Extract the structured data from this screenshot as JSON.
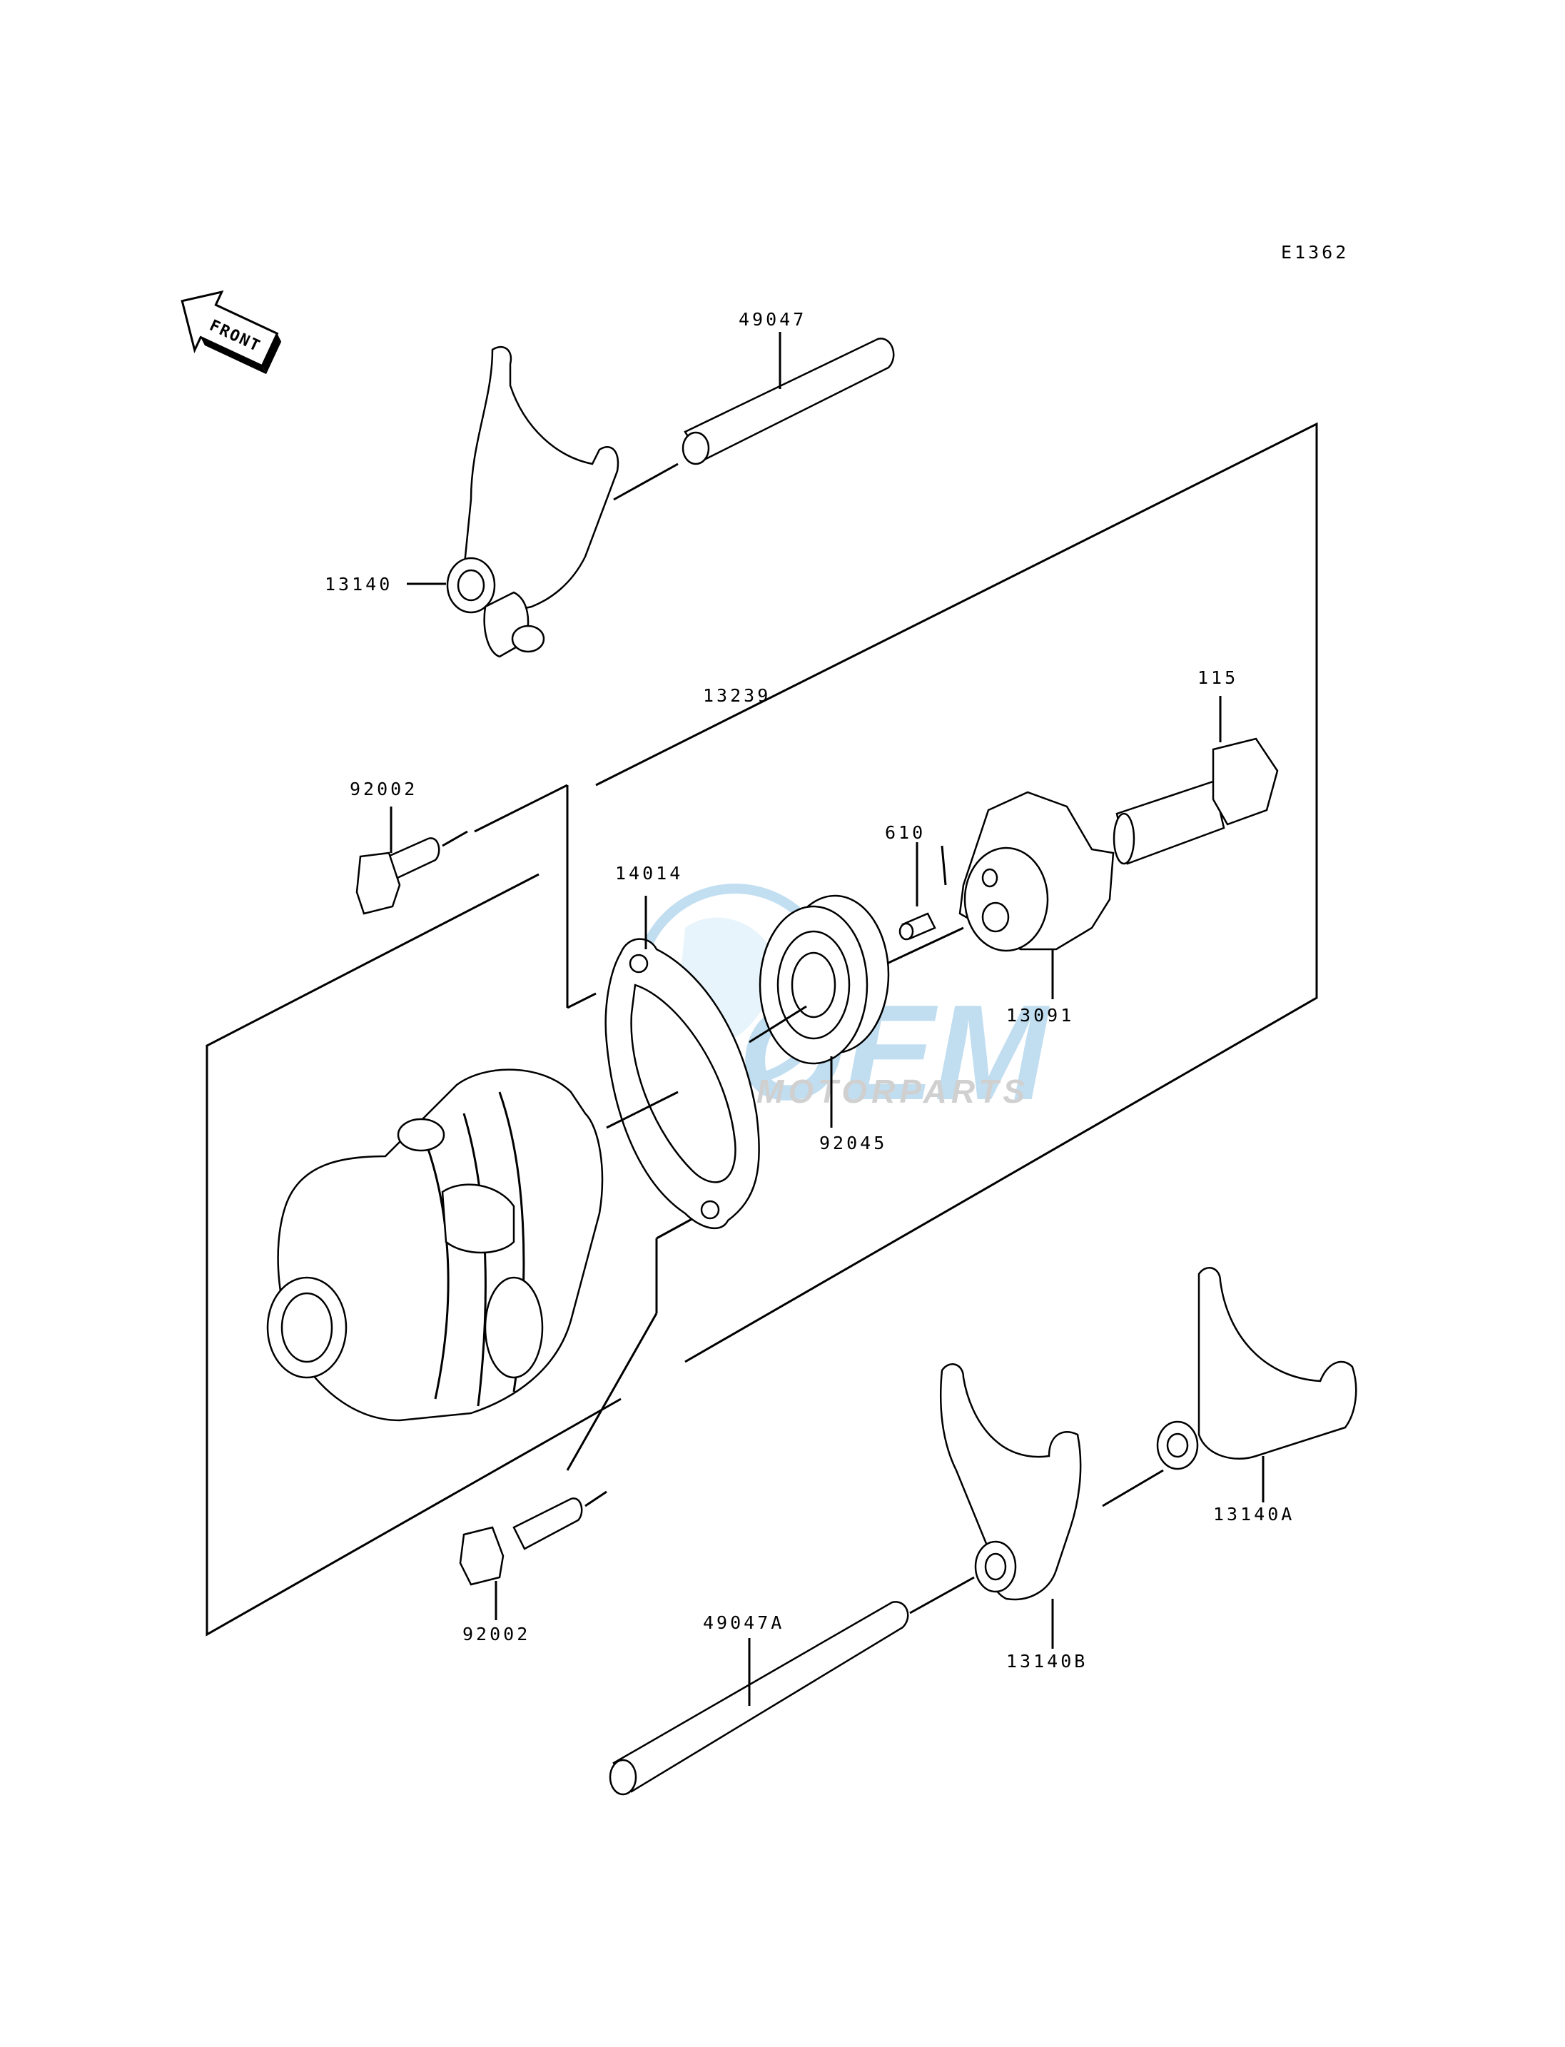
{
  "diagram_id": "E1362",
  "front_label": "FRONT",
  "watermark": {
    "brand": "OEM",
    "sub": "MOTORPARTS"
  },
  "parts": {
    "p49047": "49047",
    "p13140": "13140",
    "p13239": "13239",
    "p115": "115",
    "p92002_top": "92002",
    "p14014": "14014",
    "p610": "610",
    "p13091": "13091",
    "p92045": "92045",
    "p13140A": "13140A",
    "p13140B": "13140B",
    "p92002_bottom": "92002",
    "p49047A": "49047A"
  }
}
